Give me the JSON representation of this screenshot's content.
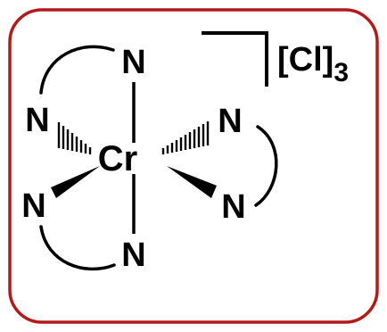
{
  "frame_color": "#b31b1b",
  "bond_color": "#000000",
  "metal": "Cr",
  "ligand_atom": "N",
  "counterion": {
    "open_bracket": "[",
    "element": "Cl",
    "close_bracket": "]",
    "count": "3"
  }
}
